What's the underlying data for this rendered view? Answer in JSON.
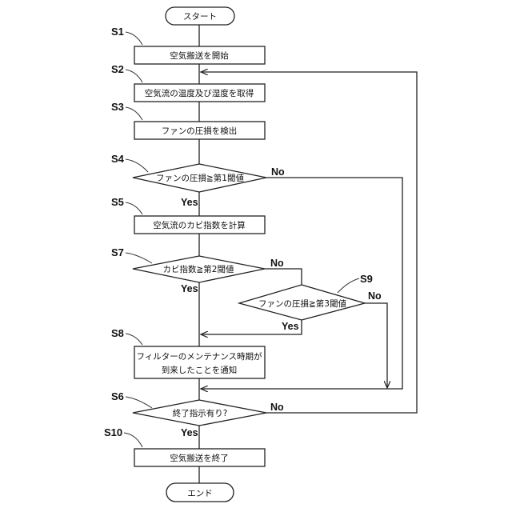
{
  "flowchart": {
    "terminals": {
      "start": "スタート",
      "end": "エンド"
    },
    "steps": {
      "S1": {
        "label": "S1",
        "text": "空気搬送を開始"
      },
      "S2": {
        "label": "S2",
        "text": "空気流の温度及び湿度を取得"
      },
      "S3": {
        "label": "S3",
        "text": "ファンの圧損を検出"
      },
      "S4": {
        "label": "S4",
        "text": "ファンの圧損≧第1閾値"
      },
      "S5": {
        "label": "S5",
        "text": "空気流のカビ指数を計算"
      },
      "S7": {
        "label": "S7",
        "text": "カビ指数≧第2閾値"
      },
      "S9": {
        "label": "S9",
        "text": "ファンの圧損≧第3閾値"
      },
      "S8": {
        "label": "S8",
        "text_line1": "フィルターのメンテナンス時期が",
        "text_line2": "到来したことを通知"
      },
      "S6": {
        "label": "S6",
        "text": "終了指示有り?"
      },
      "S10": {
        "label": "S10",
        "text": "空気搬送を終了"
      }
    },
    "branches": {
      "yes": "Yes",
      "no": "No"
    }
  }
}
